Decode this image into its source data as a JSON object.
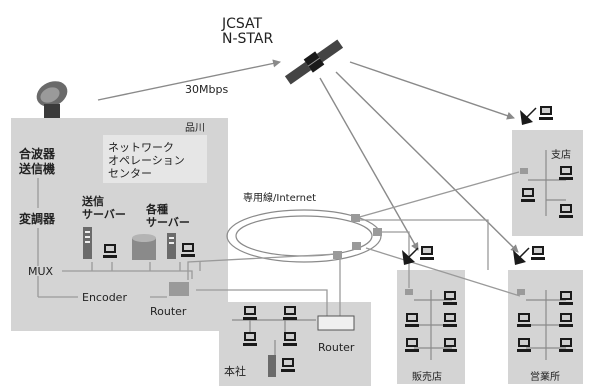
{
  "satellite": {
    "line1": "JCSAT",
    "line2": "N-STAR"
  },
  "uplink_rate": "30Mbps",
  "hub": {
    "name": "品川",
    "combiner": {
      "line1": "合波器",
      "line2": "送信機"
    },
    "noc": {
      "line1": "ネットワーク",
      "line2": "オペレーション",
      "line3": "センター"
    },
    "modulator": "変調器",
    "delivery_server": {
      "line1": "送信",
      "line2": "サーバー"
    },
    "various_server": {
      "line1": "各種",
      "line2": "サーバー"
    },
    "mux": "MUX",
    "encoder": "Encoder",
    "router": "Router"
  },
  "network_label": "専用線/Internet",
  "branch": "支店",
  "headquarters": {
    "name": "本社",
    "router": "Router"
  },
  "sales_store": "販売店",
  "sales_office": "営業所",
  "colors": {
    "box_fill": "#d4d4d4",
    "panel_fill": "#e6e6e6",
    "line": "#8a8a8a",
    "icon": "#1a1a1a",
    "router": "#9a9a9a"
  }
}
